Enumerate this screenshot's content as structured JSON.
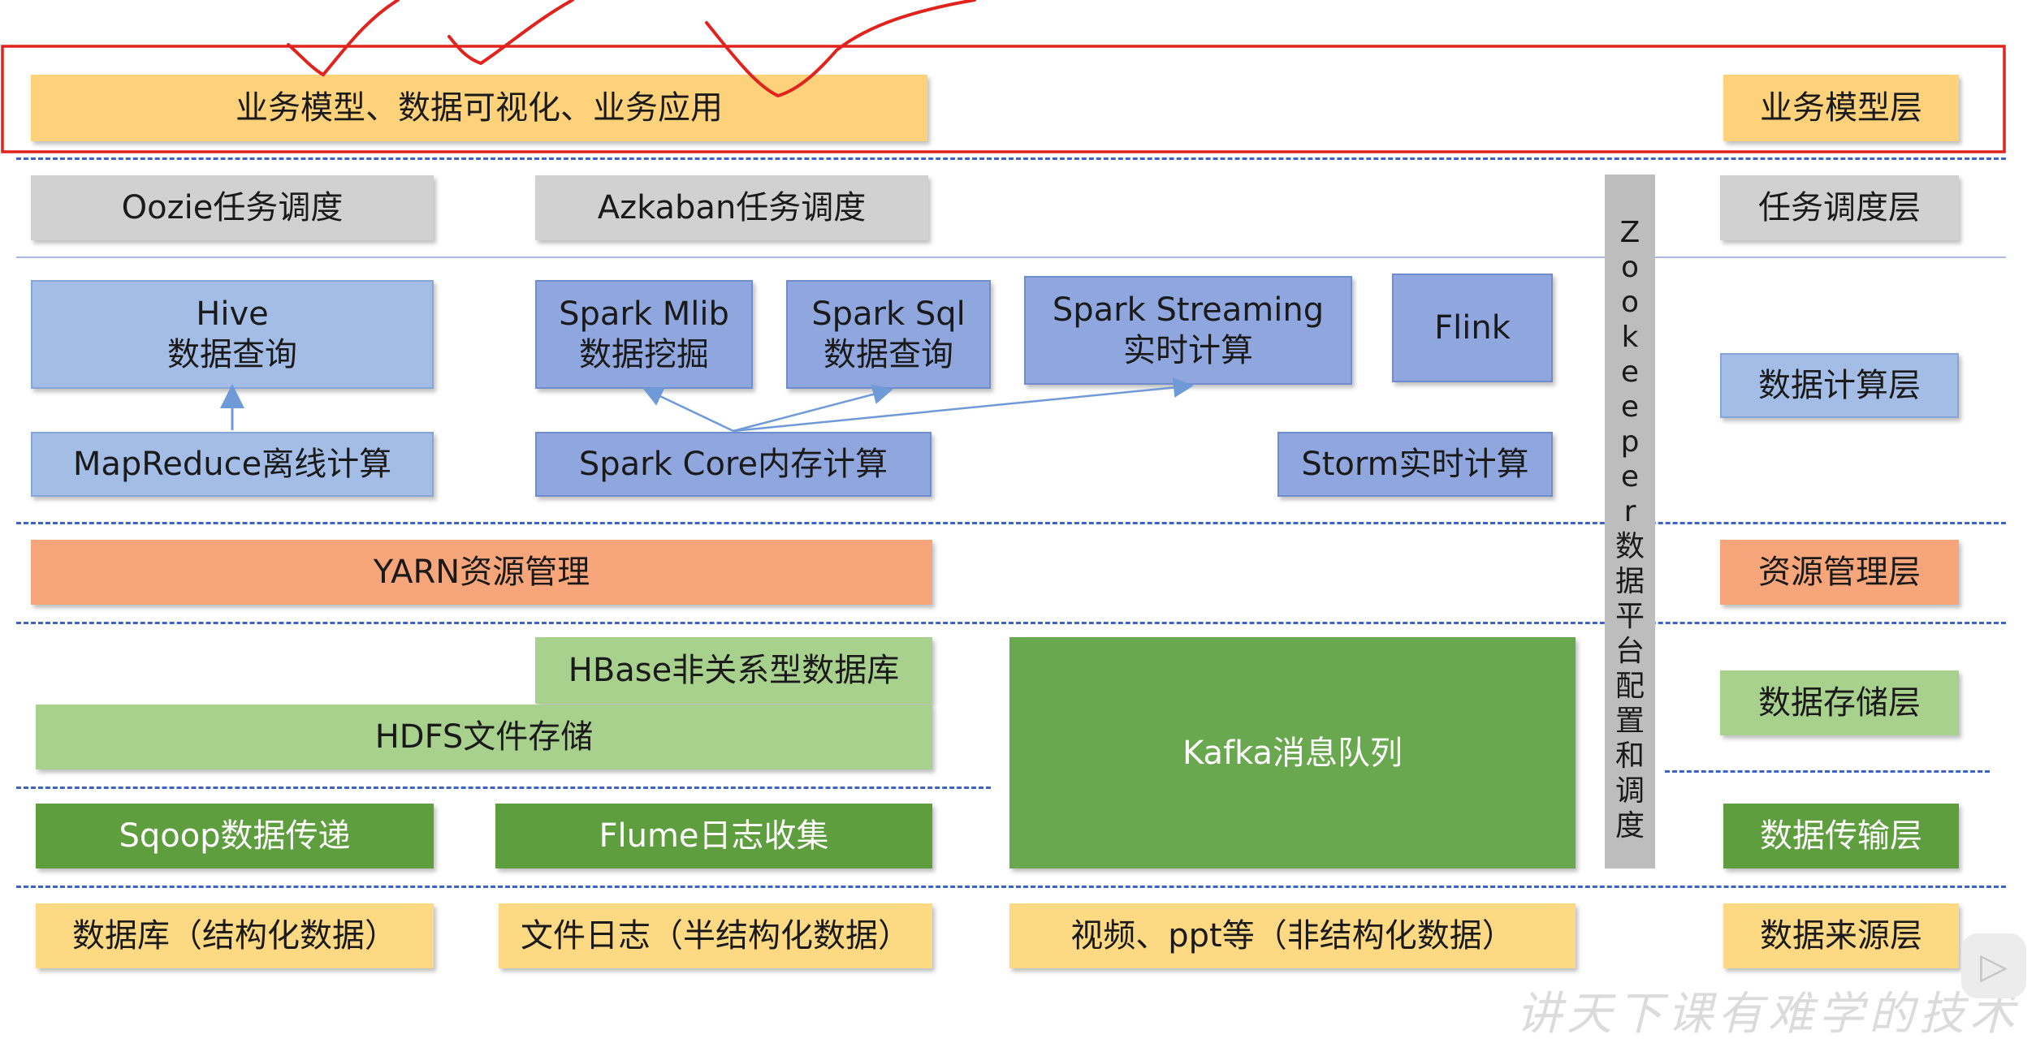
{
  "layers": {
    "business": "业务模型层",
    "scheduling": "任务调度层",
    "compute": "数据计算层",
    "resource": "资源管理层",
    "storage": "数据存储层",
    "transport": "数据传输层",
    "source": "数据来源层"
  },
  "business_app": "业务模型、数据可视化、业务应用",
  "scheduling": {
    "oozie": "Oozie任务调度",
    "azkaban": "Azkaban任务调度"
  },
  "compute": {
    "hive_line1": "Hive",
    "hive_line2": "数据查询",
    "mlib_line1": "Spark Mlib",
    "mlib_line2": "数据挖掘",
    "sql_line1": "Spark Sql",
    "sql_line2": "数据查询",
    "streaming_line1": "Spark Streaming",
    "streaming_line2": "实时计算",
    "flink": "Flink",
    "mapreduce": "MapReduce离线计算",
    "spark_core": "Spark Core内存计算",
    "storm": "Storm实时计算"
  },
  "resource": {
    "yarn": "YARN资源管理"
  },
  "storage": {
    "hbase": "HBase非关系型数据库",
    "hdfs": "HDFS文件存储"
  },
  "transport": {
    "sqoop": "Sqoop数据传递",
    "flume": "Flume日志收集",
    "kafka": "Kafka消息队列"
  },
  "source": {
    "database": "数据库（结构化数据）",
    "logs": "文件日志（半结构化数据）",
    "video": "视频、ppt等（非结构化数据）"
  },
  "zookeeper": {
    "chars": [
      "Z",
      "o",
      "o",
      "k",
      "e",
      "e",
      "p",
      "e",
      "r",
      "数",
      "据",
      "平",
      "台",
      "配",
      "置",
      "和",
      "调",
      "度"
    ]
  },
  "watermark": "讲天下课有难学的技术",
  "colors": {
    "business": "#fdd27a",
    "scheduling": "#d1d1d1",
    "compute": "#a3bde7",
    "resource": "#f6a67a",
    "storage": "#a9d18e",
    "transport": "#5f9e3f",
    "source": "#fdd983",
    "annotation": "#e0231c",
    "dashed_line": "#3e63c7"
  },
  "icons": {
    "play": "play-icon"
  }
}
